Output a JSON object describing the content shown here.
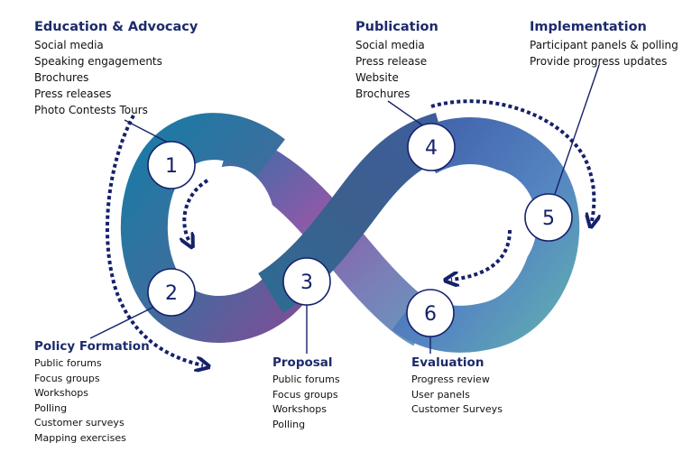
{
  "colors": {
    "heading": "#1c2a6b",
    "arrow": "#15216a",
    "loop_teal": "#0e6f95",
    "loop_purple": "#7e4f9c",
    "loop_blue": "#3f6ab0",
    "loop_light_teal": "#5ea8b2"
  },
  "steps": [
    {
      "number": "1"
    },
    {
      "number": "2"
    },
    {
      "number": "3"
    },
    {
      "number": "4"
    },
    {
      "number": "5"
    },
    {
      "number": "6"
    }
  ],
  "education": {
    "title": "Education & Advocacy",
    "items": [
      "Social media",
      "Speaking engagements",
      "Brochures",
      "Press releases",
      "Photo Contests Tours"
    ]
  },
  "publication": {
    "title": "Publication",
    "items": [
      "Social media",
      "Press release",
      "Website",
      "Brochures"
    ]
  },
  "implementation": {
    "title": "Implementation",
    "items": [
      "Participant panels & polling",
      "Provide progress updates"
    ]
  },
  "policy": {
    "title": "Policy Formation",
    "items": [
      "Public forums",
      "Focus groups",
      "Workshops",
      "Polling",
      "Customer surveys",
      "Mapping exercises"
    ]
  },
  "proposal": {
    "title": "Proposal",
    "items": [
      "Public forums",
      "Focus groups",
      "Workshops",
      "Polling"
    ]
  },
  "evaluation": {
    "title": "Evaluation",
    "items": [
      "Progress review",
      "User panels",
      "Customer Surveys"
    ]
  }
}
